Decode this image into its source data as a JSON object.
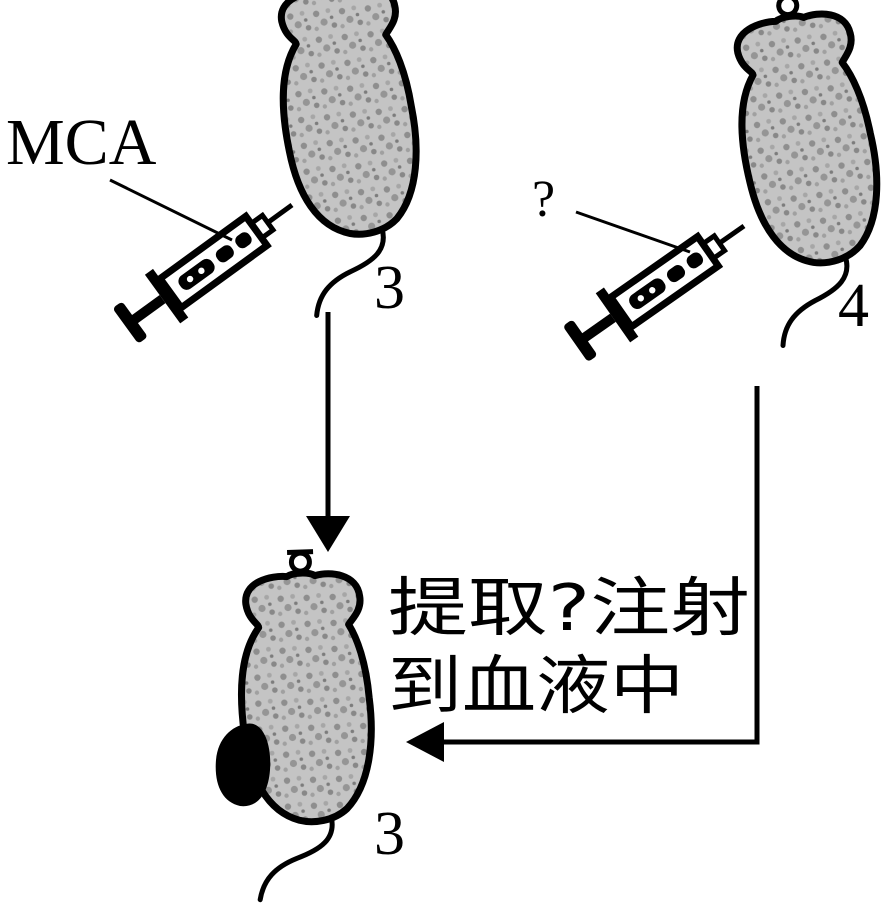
{
  "labels": {
    "mca": "MCA",
    "unknown": "?",
    "mouse_top_left_number": "3",
    "mouse_top_right_number": "4",
    "mouse_bottom_number": "3",
    "instruction_line1": "提取?注射",
    "instruction_line2": "到血液中"
  },
  "colors": {
    "ink": "#000000",
    "mouse_body_fill": "#bdbdbd",
    "mouse_body_spots": "#8e8e8e",
    "tumor_fill": "#000000",
    "background": "#ffffff"
  },
  "icons": {
    "mouse": "mouse-icon",
    "syringe": "syringe-icon",
    "tumor": "tumor-icon",
    "arrow": "arrow-icon"
  }
}
